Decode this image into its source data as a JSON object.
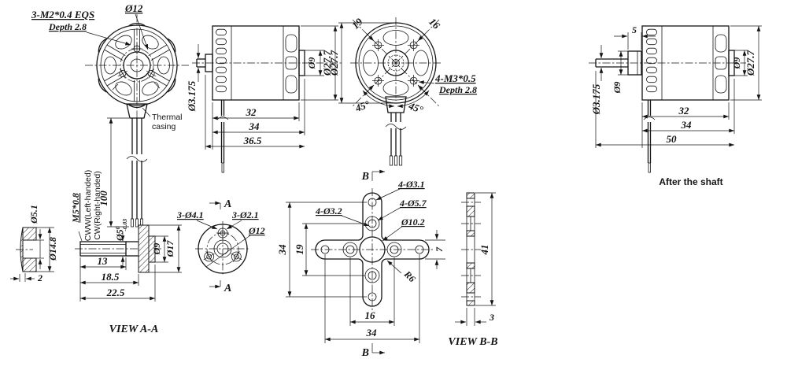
{
  "front_view": {
    "screw_note": "3-M2*0.4 EQS",
    "screw_depth": "Depth 2.8",
    "bolt_circle": "Ø12",
    "thermal_1": "Thermal",
    "thermal_2": "casing",
    "wire_length": "100"
  },
  "side_view": {
    "shaft_dia": "Ø3.175",
    "body_length": "32",
    "length_with_boss": "34",
    "total_length": "36.5",
    "boss_dia": "Ø9",
    "case_dia": "Ø27.7"
  },
  "rear_view": {
    "pitch_a": "19",
    "pitch_b": "16",
    "case_dia": "Ø27.7",
    "screw_note": "4-M3*0.5",
    "screw_depth": "Depth 2.8",
    "angle_left": "45°",
    "angle_right": "45°"
  },
  "shaft_view": {
    "collar_width": "5",
    "collar_dia": "Ø9",
    "shaft_dia": "Ø3.175",
    "body_length": "32",
    "length_with_boss": "34",
    "total_length": "50",
    "boss_dia": "Ø9",
    "case_dia": "Ø27.7",
    "caption": "After the shaft"
  },
  "washer": {
    "bore_dia": "Ø5.1",
    "outer_dia": "Ø14.8",
    "thickness": "2"
  },
  "prop_shaft": {
    "thread": "M5*0.8",
    "dir_left": "CWW(Left-handed)",
    "dir_right": "CW(Right-handed)",
    "shaft_dia": "Ø5",
    "tol_hi": "0",
    "tol_lo": "-0.03",
    "thread_length": "13",
    "shoulder_length": "18.5",
    "total_length": "22.5",
    "boss_dia": "Ø9",
    "flange_dia": "Ø17"
  },
  "view_aa": {
    "marker": "A",
    "holes_big": "3-Ø4.1",
    "holes_small": "3-Ø2.1",
    "bolt_circle": "Ø12",
    "caption": "VIEW A-A"
  },
  "cross_mount": {
    "marker": "B",
    "holes_end": "4-Ø3.1",
    "holes_inner": "4-Ø3.2",
    "counterbore": "4-Ø5.7",
    "center_hole": "Ø10.2",
    "fillet_radius": "R6",
    "arm_width": "7",
    "pitch_v_inner": "19",
    "pitch_v_outer": "34",
    "pitch_h_inner": "16",
    "pitch_h_outer": "34"
  },
  "view_bb": {
    "height": "41",
    "thickness": "3",
    "caption": "VIEW B-B"
  }
}
